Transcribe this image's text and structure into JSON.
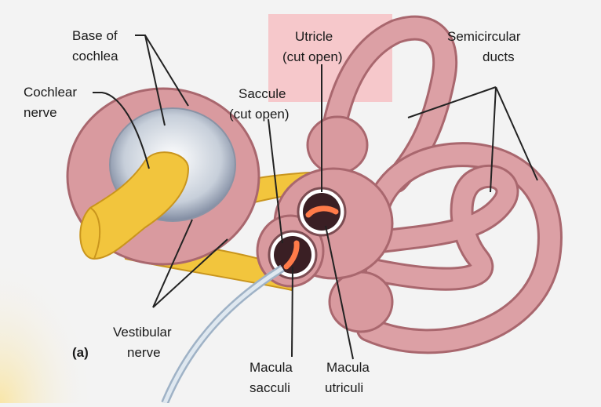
{
  "labels": {
    "base_of_cochlea_1": "Base of",
    "base_of_cochlea_2": "cochlea",
    "cochlear_nerve_1": "Cochlear",
    "cochlear_nerve_2": "nerve",
    "utricle_1": "Utricle",
    "utricle_2": "(cut open)",
    "saccule_1": "Saccule",
    "saccule_2": "(cut open)",
    "semicircular_ducts_1": "Semicircular",
    "semicircular_ducts_2": "ducts",
    "vestibular_nerve_1": "Vestibular",
    "vestibular_nerve_2": "nerve",
    "macula_sacculi_1": "Macula",
    "macula_sacculi_2": "sacculi",
    "macula_utriculi_1": "Macula",
    "macula_utriculi_2": "utriculi",
    "panel": "(a)"
  },
  "colors": {
    "membrane": "#d99a9f",
    "membrane_dark": "#a9676e",
    "nerve": "#f2c53d",
    "highlight": "#ef8f95",
    "macula": "#d8342b"
  }
}
